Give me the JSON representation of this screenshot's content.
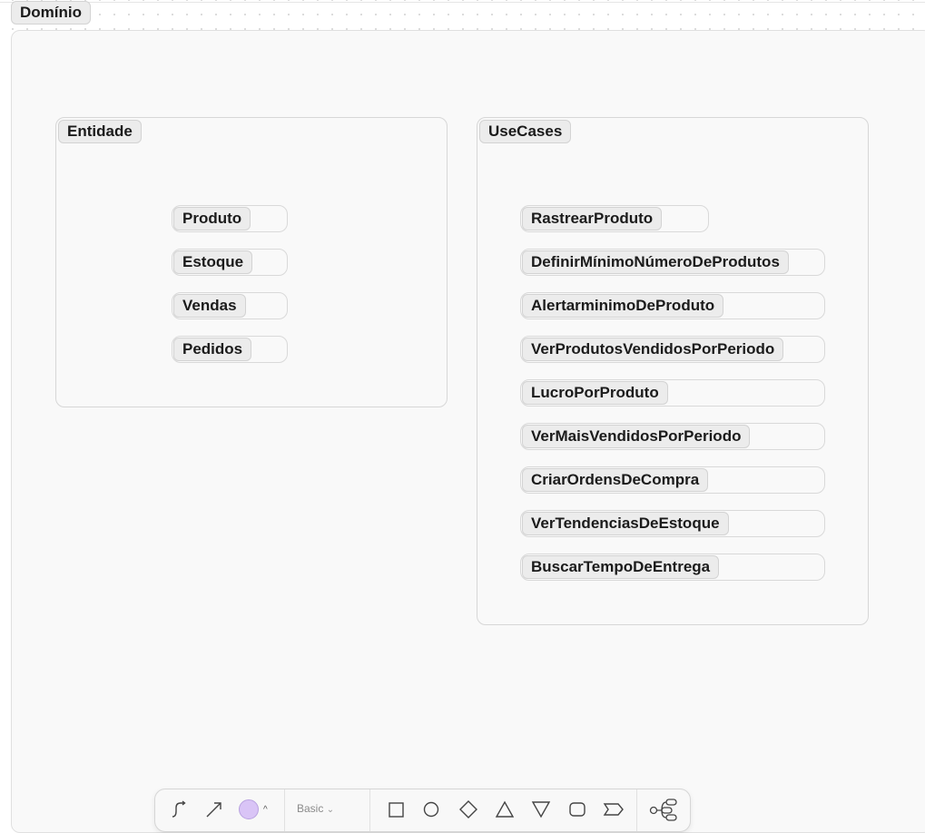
{
  "domain_frame": {
    "title": "Domínio"
  },
  "entity_group": {
    "title": "Entidade",
    "items": [
      "Produto",
      "Estoque",
      "Vendas",
      "Pedidos"
    ]
  },
  "usecase_group": {
    "title": "UseCases",
    "items": [
      "RastrearProduto",
      "DefinirMínimoNúmeroDeProdutos",
      "AlertarminimoDeProduto",
      "VerProdutosVendidosPorPeriodo",
      "LucroPorProduto",
      "VerMaisVendidosPorPeriodo",
      "CriarOrdensDeCompra",
      "VerTendenciasDeEstoque",
      "BuscarTempoDeEntrega"
    ]
  },
  "toolbar": {
    "style_selector": "Basic",
    "tools": [
      "connector-icon",
      "arrow-icon",
      "color-swatch",
      "rectangle-icon",
      "ellipse-icon",
      "diamond-icon",
      "triangle-icon",
      "inverted-triangle-icon",
      "rounded-rectangle-icon",
      "chevron-shape-icon",
      "mindmap-icon"
    ],
    "fill_color": "#d9c4f6"
  }
}
